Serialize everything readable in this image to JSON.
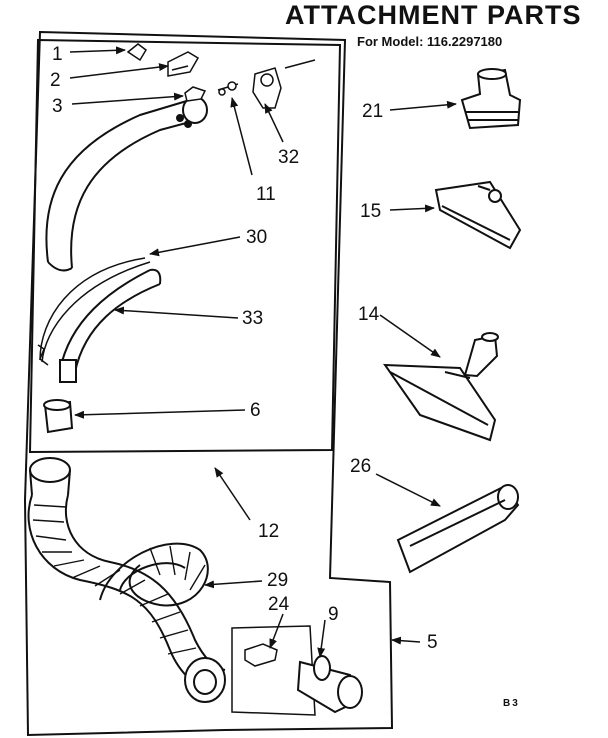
{
  "header": {
    "title": "ATTACHMENT PARTS",
    "subtitle": "For Model: 116.2297180"
  },
  "callouts": {
    "c1": "1",
    "c2": "2",
    "c3": "3",
    "c32": "32",
    "c11": "11",
    "c30": "30",
    "c33": "33",
    "c6": "6",
    "c12": "12",
    "c29": "29",
    "c24": "24",
    "c9": "9",
    "c5": "5",
    "c21": "21",
    "c15": "15",
    "c14": "14",
    "c26": "26"
  },
  "footer": {
    "code": "B3"
  }
}
